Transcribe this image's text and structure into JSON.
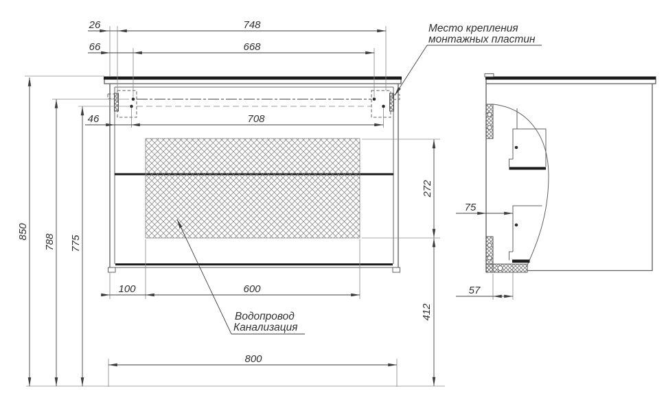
{
  "meta": {
    "drawing_type": "installation drawing, wall-hung vanity cabinet",
    "views": [
      "front view",
      "side view"
    ],
    "colors": {
      "background": "#ffffff",
      "line": "#3d3d3d",
      "body_line": "#5f5f5f",
      "thick_line": "#1b1b1b",
      "extension_line": "#8c8c8c",
      "hatch_line": "#767676",
      "text": "#2e2e2e",
      "centerline_secondary": "#9a9a9a"
    }
  },
  "notes": {
    "mounting": {
      "line1": "Место крепления",
      "line2": "монтажных пластин"
    },
    "plumbing": {
      "line1": "Водопровод",
      "line2": "Канализация"
    }
  },
  "front_view": {
    "dims": {
      "side_to_plate": "26",
      "plate_to_plate_outer": "748",
      "side_to_hole": "66",
      "hole_to_hole_upper": "668",
      "inner_to_hole": "46",
      "hole_to_hole_lower": "708",
      "height_overall": "850",
      "height_upper_holes": "788",
      "height_lower_holes": "775",
      "service_zone_height": "272",
      "floor_to_service_zone": "412",
      "service_zone_offset": "100",
      "service_zone_width": "600",
      "width_overall": "800"
    }
  },
  "side_view": {
    "dims": {
      "back_to_drawer": "75",
      "rail_to_drawer": "57"
    }
  }
}
